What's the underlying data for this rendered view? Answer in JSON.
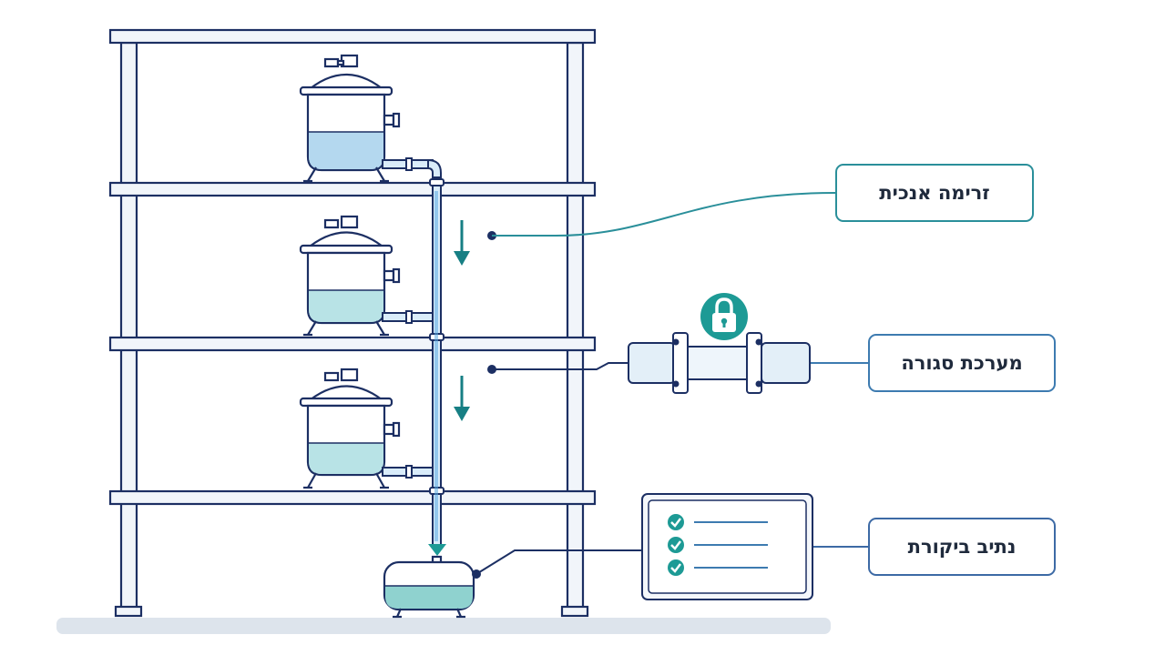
{
  "labels": {
    "gravity_flow": "זרימה אנכית",
    "closed_system": "מערכת סגורה",
    "audit_trail": "נתיב ביקורת"
  },
  "icons": {
    "lock": "lock-icon",
    "checklist": "checkmark-icon",
    "flow_arrow": "arrow-down-icon"
  },
  "colors": {
    "outline": "#1c2f63",
    "frame_fill": "#f1f5fa",
    "liquid_top": "#b4d8ef",
    "liquid_mid": "#b8e3e6",
    "liquid_bottom": "#8fd2cf",
    "pipe": "#d9ecfa",
    "accent_teal": "#1d9a95",
    "arrow_teal": "#177f84",
    "leader_flow": "#2a8f9a",
    "leader_closed": "#3d7bb0",
    "leader_audit": "#3d6aa5",
    "ground": "#dde4ec"
  },
  "liquid_levels": {
    "tank_top": 0.45,
    "tank_middle": 0.38,
    "tank_lower": 0.38,
    "collector": 0.5
  },
  "checklist_items": 3
}
